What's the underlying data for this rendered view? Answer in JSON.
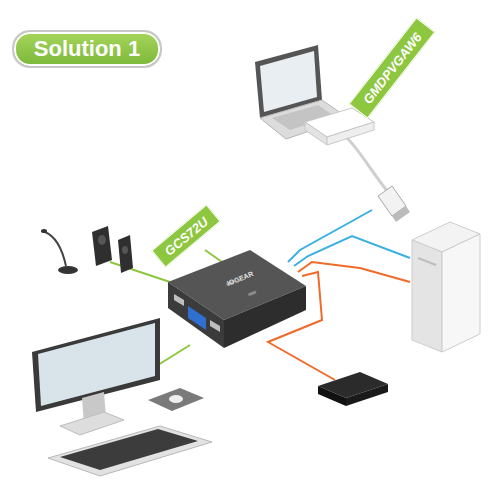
{
  "diagram": {
    "title": "Solution 1",
    "labels": [
      "GMDPVGAW6",
      "GCS72U",
      "IOGEAR"
    ]
  }
}
